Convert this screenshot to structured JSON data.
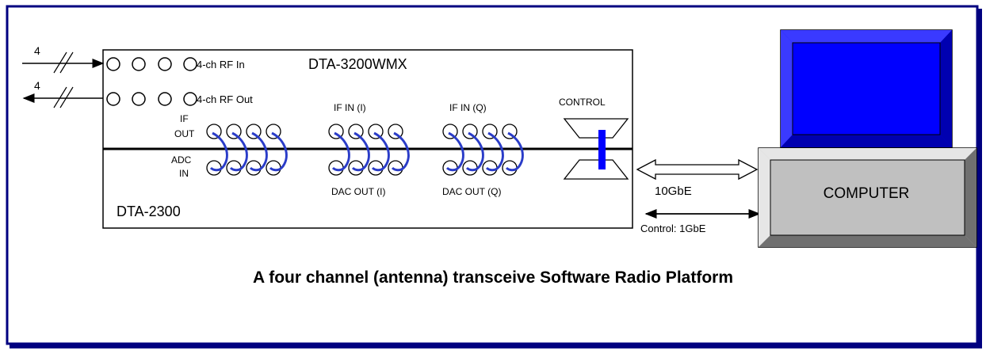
{
  "rf_in": {
    "count": "4",
    "label": "4-ch RF In"
  },
  "rf_out": {
    "count": "4",
    "label": "4-ch RF Out"
  },
  "upper_board": {
    "name": "DTA-3200WMX"
  },
  "lower_board": {
    "name": "DTA-2300"
  },
  "ports": {
    "if_out_line1": "IF",
    "if_out_line2": "OUT",
    "adc_in_line1": "ADC",
    "adc_in_line2": "IN",
    "if_in_i": "IF IN (I)",
    "if_in_q": "IF IN (Q)",
    "dac_out_i": "DAC OUT (I)",
    "dac_out_q": "DAC OUT (Q)",
    "control": "CONTROL"
  },
  "links": {
    "data": "10GbE",
    "control": "Control: 1GbE"
  },
  "computer": {
    "label": "COMPUTER"
  },
  "caption": "A four channel (antenna) transceive Software Radio Platform",
  "colors": {
    "frame": "#000080",
    "screen": "#0000ff",
    "cable": "#2a3cc8",
    "computer_body": "#c0c0c0"
  }
}
